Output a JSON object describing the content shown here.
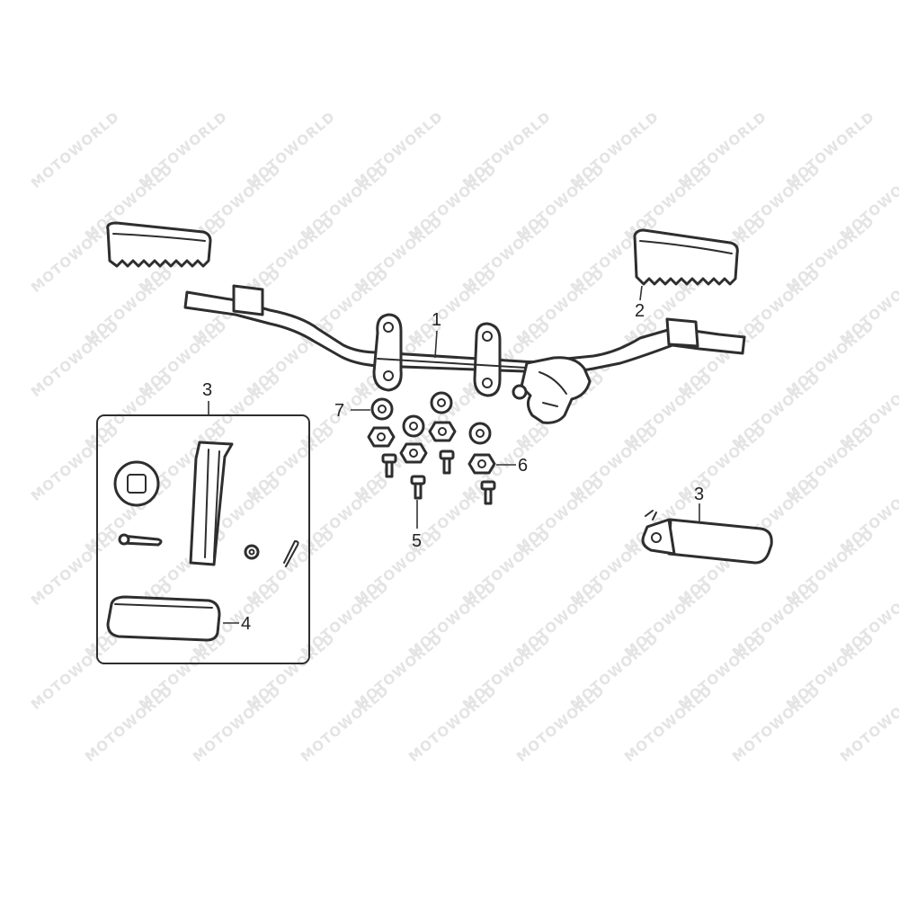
{
  "diagram": {
    "callouts": {
      "c1": "1",
      "c2": "2",
      "c3_kit": "3",
      "c3_grip": "3",
      "c4": "4",
      "c5": "5",
      "c6": "6",
      "c7": "7"
    },
    "watermark_text": "MOTOWORLD"
  },
  "colors": {
    "line": "#2e2e2e",
    "watermark": "#e4e4e4",
    "background": "#ffffff"
  }
}
